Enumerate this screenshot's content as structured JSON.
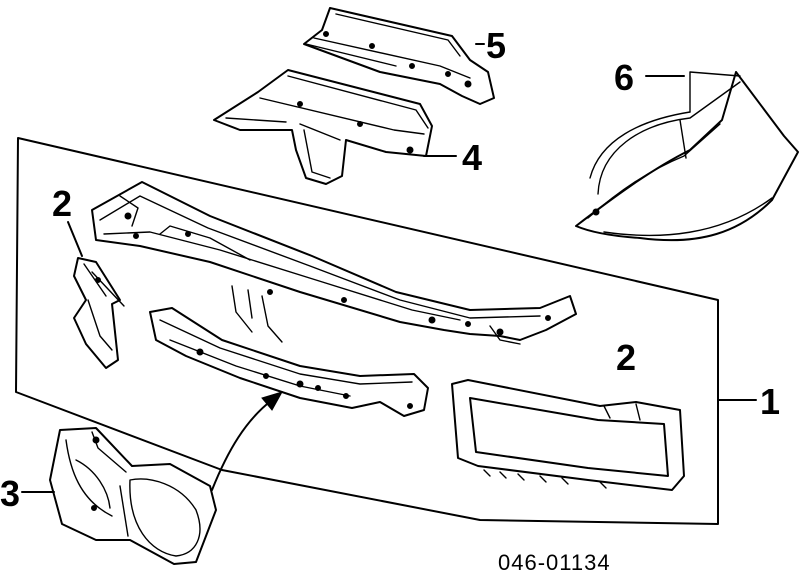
{
  "callouts": {
    "c1": "1",
    "c2a": "2",
    "c2b": "2",
    "c3": "3",
    "c4": "4",
    "c5": "5",
    "c6": "6"
  },
  "part_number": "046-01134"
}
